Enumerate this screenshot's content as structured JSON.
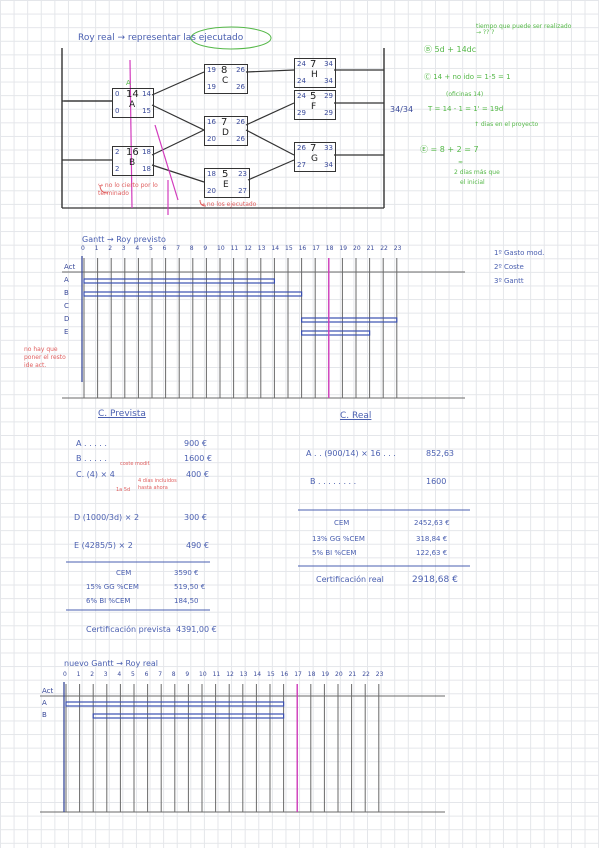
{
  "network": {
    "title": "Roy real → representar las ejecutado",
    "nodes": [
      {
        "id": "A",
        "dur": "14",
        "tl": "0",
        "tr": "14",
        "bl": "0",
        "br": "15"
      },
      {
        "id": "B",
        "dur": "16",
        "tl": "2",
        "tr": "18",
        "bl": "2",
        "br": "18"
      },
      {
        "id": "C",
        "dur": "8",
        "tl": "19",
        "tr": "26",
        "bl": "19",
        "br": "26"
      },
      {
        "id": "D",
        "dur": "7",
        "tl": "16",
        "tr": "26",
        "bl": "20",
        "br": "26"
      },
      {
        "id": "E",
        "dur": "5",
        "tl": "18",
        "tr": "23",
        "bl": "20",
        "br": "27"
      },
      {
        "id": "F",
        "dur": "5",
        "tl": "24",
        "tr": "29",
        "bl": "29",
        "br": "29"
      },
      {
        "id": "G",
        "dur": "7",
        "tl": "26",
        "tr": "33",
        "bl": "27",
        "br": "34"
      },
      {
        "id": "H",
        "dur": "7",
        "tl": "24",
        "tr": "34",
        "bl": "24",
        "br": "34"
      }
    ],
    "end_label": "34/34",
    "start_marker": "A",
    "note_a": "↪ no lo cierto por lo terminado",
    "note_e": "↪ no los ejecutado",
    "top_note": "tiempo que puede ser realizado → ?? ?",
    "step_b": "Ⓑ  5d + 14dc",
    "step_c1": "Ⓒ  14 + no ido = 1-5 = 1",
    "step_c2": "(oficinas 14)",
    "step_c3": "T = 14 - 1 = 1' = 19d",
    "step_c4": "↑ dias en el proyecto",
    "step_e1": "Ⓔ  = 8 + 2 = 7",
    "step_e2": "≈",
    "step_e3": "2 días más que",
    "step_e4": "el inicial"
  },
  "gantt1": {
    "title": "Gantt → Roy previsto",
    "ticks": [
      "0",
      "1",
      "2",
      "3",
      "4",
      "5",
      "6",
      "7",
      "8",
      "9",
      "10",
      "11",
      "12",
      "13",
      "14",
      "15",
      "16",
      "17",
      "18",
      "19",
      "20",
      "21",
      "22",
      "23"
    ],
    "rows": [
      "Act",
      "A",
      "B",
      "C",
      "D",
      "E"
    ],
    "side_notes": [
      "1º Gasto mod.",
      "2º Coste",
      "3º Gantt"
    ],
    "red_note": "no hay que poner el resto ide act.",
    "bars": [
      {
        "row": "A",
        "start": 0,
        "end": 14
      },
      {
        "row": "B",
        "start": 0,
        "end": 16
      },
      {
        "row": "D",
        "start": 16,
        "end": 23
      },
      {
        "row": "E",
        "start": 16,
        "end": 21
      }
    ],
    "magenta_day": 18
  },
  "cost_prev": {
    "title": "C. Prevista",
    "lines": [
      {
        "label": "A . . . . .",
        "value": "900 €"
      },
      {
        "label": "B . . . . .",
        "value": "1600 €"
      },
      {
        "label": "C.  (4) × 4",
        "value": "400 €"
      },
      {
        "label": "D   (1000/3d) × 2",
        "value": "300 €"
      },
      {
        "label": "E   (4285/5) × 2",
        "value": "490 €"
      }
    ],
    "annot_c1": "coste modif.",
    "annot_c2": "1a 5d",
    "annot_c3": "4 días incluidos hasta ahora",
    "cem_label": "CEM",
    "cem_value": "3590 €",
    "gg_label": "15% GG %CEM",
    "gg_value": "519,50 €",
    "bi_label": "6% BI %CEM",
    "bi_value": "184,50",
    "cert_label": "Certificación prevista",
    "cert_value": "4391,00 €"
  },
  "cost_real": {
    "title": "C. Real",
    "lines": [
      {
        "label": "A . . (900/14) × 16 . . .",
        "value": "852,63"
      },
      {
        "label": "B . . . . . . . .",
        "value": "1600"
      }
    ],
    "cem_label": "CEM",
    "cem_value": "2452,63 €",
    "gg_label": "13% GG %CEM",
    "gg_value": "318,84 €",
    "bi_label": "5% BI %CEM",
    "bi_value": "122,63 €",
    "cert_label": "Certificación real",
    "cert_value": "2918,68 €"
  },
  "gantt2": {
    "title": "nuevo Gantt → Roy real",
    "ticks": [
      "0",
      "1",
      "2",
      "3",
      "4",
      "5",
      "6",
      "7",
      "8",
      "9",
      "10",
      "11",
      "12",
      "13",
      "14",
      "15",
      "16",
      "17",
      "18",
      "19",
      "20",
      "21",
      "22",
      "23"
    ],
    "rows": [
      "Act",
      "A",
      "B"
    ],
    "bars": [
      {
        "row": "A",
        "start": 0,
        "end": 16
      },
      {
        "row": "B",
        "start": 2,
        "end": 16
      }
    ],
    "magenta_day": 17
  }
}
